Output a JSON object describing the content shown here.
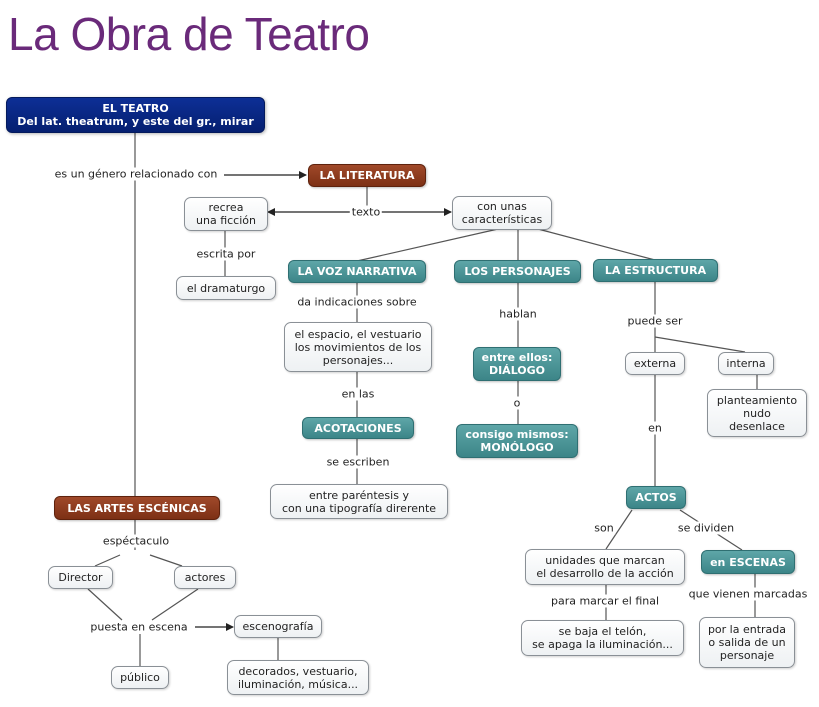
{
  "title": "La Obra de Teatro",
  "colors": {
    "title": "#6a2a7a",
    "navy": "#0d2f96",
    "brown": "#8b3a1c",
    "teal": "#4a9597",
    "line": "#555555"
  },
  "nodes": {
    "teatro": "EL TEATRO\nDel lat. theatrum, y este del gr., mirar",
    "literatura": "LA LITERATURA",
    "recrea": "recrea\nuna ficción",
    "dramaturgo": "el dramaturgo",
    "caracteristicas": "con unas\ncaracterísticas",
    "voz_narrativa": "LA VOZ NARRATIVA",
    "personajes": "LOS PERSONAJES",
    "estructura": "LA ESTRUCTURA",
    "espacio": "el espacio, el vestuario\nlos movimientos de los\npersonajes...",
    "acotaciones": "ACOTACIONES",
    "parentesis": "entre paréntesis y\ncon una tipografía direrente",
    "dialogo": "entre ellos:\nDIÁLOGO",
    "monologo": "consigo mismos:\nMONÓLOGO",
    "externa": "externa",
    "interna": "interna",
    "planteamiento": "planteamiento\nnudo\ndesenlace",
    "actos": "ACTOS",
    "unidades": "unidades que marcan\nel desarrollo de la acción",
    "telon": "se baja el telón,\nse apaga la iluminación...",
    "escenas": "en ESCENAS",
    "entrada": "por la entrada\no salida de un\npersonaje",
    "artes": "LAS ARTES ESCÉNICAS",
    "director": "Director",
    "actores": "actores",
    "escenografia": "escenografía",
    "publico": "público",
    "decorados": "decorados, vestuario,\niluminación, música..."
  },
  "labels": {
    "genero": "es un género relacionado con",
    "texto": "texto",
    "escrita_por": "escrita por",
    "da_indicaciones": "da indicaciones sobre",
    "en_las": "en las",
    "se_escriben": "se escriben",
    "hablan": "hablan",
    "o": "o",
    "puede_ser": "puede ser",
    "en": "en",
    "son": "son",
    "se_dividen": "se dividen",
    "para_marcar": "para marcar el final",
    "vienen_marcadas": "que vienen marcadas",
    "espectaculo": "espéctaculo",
    "puesta": "puesta en escena"
  }
}
